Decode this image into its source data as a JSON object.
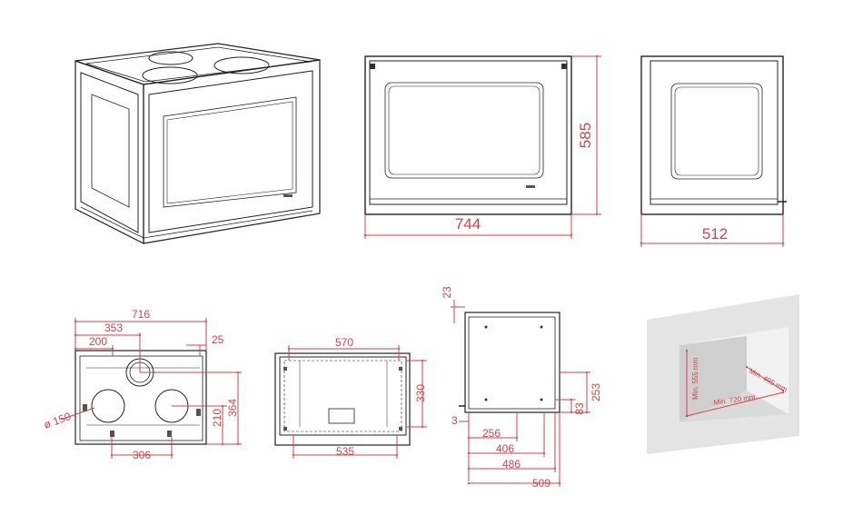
{
  "colors": {
    "dimension": "#d0424e",
    "outline": "#222222",
    "panel_gray": "#cfcfcf",
    "wall_gray": "#d9d9d9"
  },
  "views": {
    "front": {
      "width": "744",
      "height": "585"
    },
    "side": {
      "depth": "512"
    },
    "top": {
      "overall": "716",
      "to_flue_center": "353",
      "to_left_ref": "200",
      "offset_right": "25",
      "flue_diameter": "ø 150",
      "bottom_spacing": "306",
      "height_210": "210",
      "height_364": "364"
    },
    "section": {
      "inner_width": "570",
      "bottom_width": "535",
      "height": "330"
    },
    "profile": {
      "top_offset": "23",
      "height_253": "253",
      "height_83": "83",
      "small_offset": "3",
      "d256": "256",
      "d406": "406",
      "d486": "486",
      "d509": "509"
    },
    "niche": {
      "min_height": "Min. 555 mm",
      "min_depth": "Min. 495 mm",
      "min_width": "Min. 720 mm"
    }
  }
}
